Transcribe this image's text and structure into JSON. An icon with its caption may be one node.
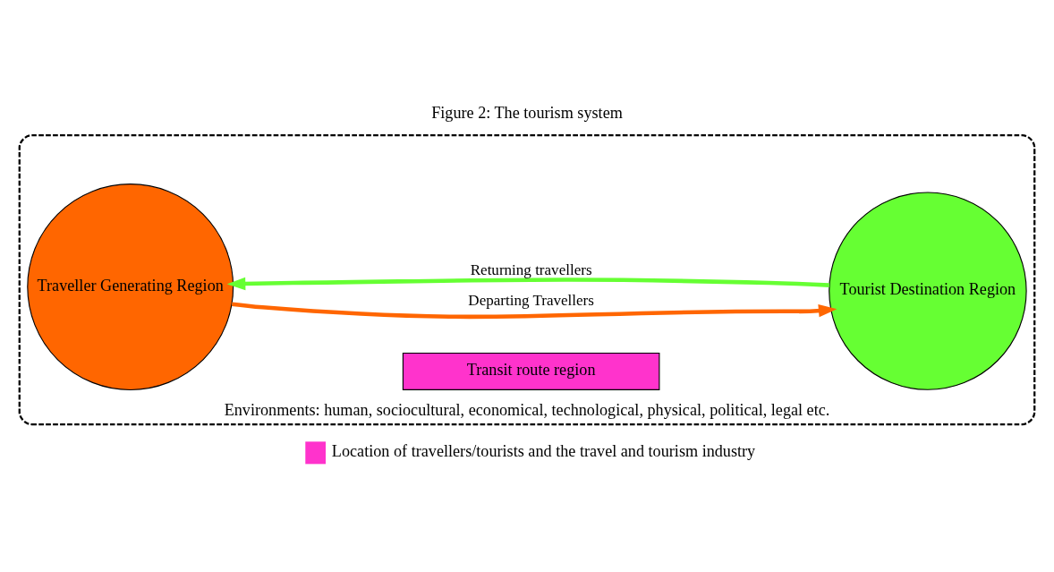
{
  "diagram": {
    "title": "Figure 2: The tourism system",
    "nodes": [
      {
        "text": [
          "Environments: human, sociocultural, economical, technological, physical, political, legal etc."
        ]
      },
      {
        "text": [
          "Traveller Generating Region"
        ],
        "in": 0
      },
      {
        "text": [
          "Transit route region"
        ],
        "in": 0
      },
      {
        "text": [
          "Tourist Destination Region"
        ],
        "in": 0
      }
    ],
    "edges": [
      {
        "from": 1,
        "to": 3,
        "arrow": "to",
        "label": "Departing Travellers",
        "color": "#ff6600"
      },
      {
        "from": 3,
        "to": 1,
        "arrow": "to",
        "label": "Returning travellers",
        "color": "#66ff33"
      }
    ],
    "legend": [
      {
        "text": "Location of travellers/tourists and the travel and tourism industry",
        "color": "#ff33cc"
      }
    ]
  }
}
